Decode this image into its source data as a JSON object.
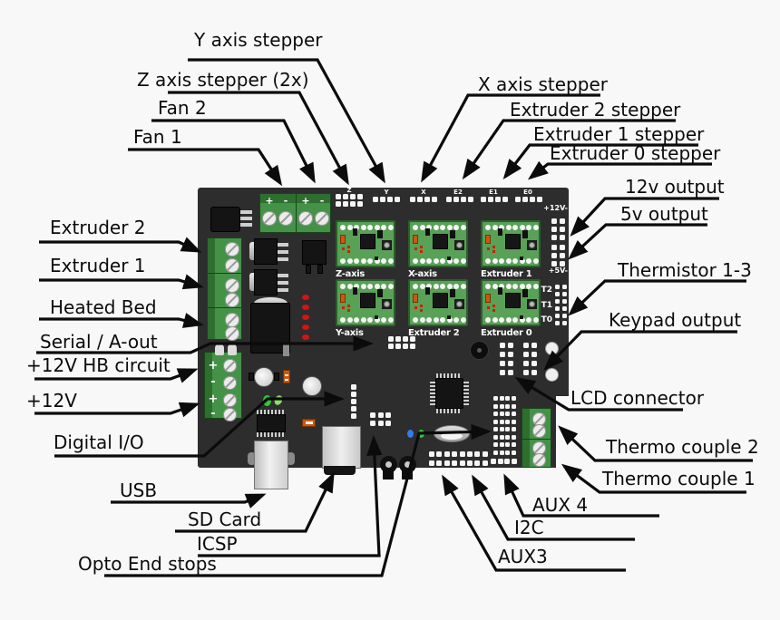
{
  "callouts": [
    {
      "id": "y-axis-stepper",
      "text": "Y axis stepper"
    },
    {
      "id": "z-axis-stepper",
      "text": "Z axis stepper (2x)"
    },
    {
      "id": "fan-2",
      "text": "Fan 2"
    },
    {
      "id": "fan-1",
      "text": "Fan 1"
    },
    {
      "id": "x-axis-stepper",
      "text": "X axis stepper"
    },
    {
      "id": "extruder-2-stepper",
      "text": "Extruder 2 stepper"
    },
    {
      "id": "extruder-1-stepper",
      "text": "Extruder 1 stepper"
    },
    {
      "id": "extruder-0-stepper",
      "text": "Extruder 0 stepper"
    },
    {
      "id": "12v-output",
      "text": "12v output"
    },
    {
      "id": "5v-output",
      "text": "5v output"
    },
    {
      "id": "thermistor-1-3",
      "text": "Thermistor 1-3"
    },
    {
      "id": "keypad-output",
      "text": "Keypad output"
    },
    {
      "id": "extruder-2",
      "text": "Extruder 2"
    },
    {
      "id": "extruder-1",
      "text": "Extruder 1"
    },
    {
      "id": "heated-bed",
      "text": "Heated Bed"
    },
    {
      "id": "serial-a-out",
      "text": "Serial / A-out"
    },
    {
      "id": "12v-hb-circuit",
      "text": "+12V HB circuit"
    },
    {
      "id": "12v",
      "text": "+12V"
    },
    {
      "id": "digital-io",
      "text": "Digital I/O"
    },
    {
      "id": "lcd-connector",
      "text": "LCD connector"
    },
    {
      "id": "thermo-couple-2",
      "text": "Thermo couple 2"
    },
    {
      "id": "thermo-couple-1",
      "text": "Thermo couple 1"
    },
    {
      "id": "usb",
      "text": "USB"
    },
    {
      "id": "sd-card",
      "text": "SD Card"
    },
    {
      "id": "icsp",
      "text": "ICSP"
    },
    {
      "id": "opto-end-stops",
      "text": "Opto End stops"
    },
    {
      "id": "aux-4",
      "text": "AUX 4"
    },
    {
      "id": "i2c",
      "text": "I2C"
    },
    {
      "id": "aux3",
      "text": "AUX3"
    }
  ],
  "board": {
    "top_header_labels": [
      "Z",
      "Y",
      "X",
      "E2",
      "E1",
      "E0"
    ],
    "fan_terminal_signs": [
      "+",
      "-",
      "+",
      "-"
    ],
    "driver_labels": [
      "Z-axis",
      "X-axis",
      "Extruder 1",
      "Y-axis",
      "Extruder 2",
      "Extruder 0"
    ],
    "right_edge": {
      "v12_label": "+12V-",
      "v5_label": "+5V-",
      "thermistor_labels": [
        "T2",
        "T1",
        "T0"
      ]
    },
    "hb_terminal_signs": [
      "+",
      "-",
      "+",
      "-"
    ]
  },
  "colors": {
    "background": "#f8f8f8",
    "board": "#2d2d2d",
    "driver_pcb_green": "#58a156",
    "terminal_green": "#449247",
    "pin_white": "#f4f4f4",
    "led_red": "#cf1515",
    "led_green": "#2ec82e",
    "led_blue": "#2f7fe8",
    "component_orange": "#cc5511",
    "line_black": "#0b0b0b"
  }
}
